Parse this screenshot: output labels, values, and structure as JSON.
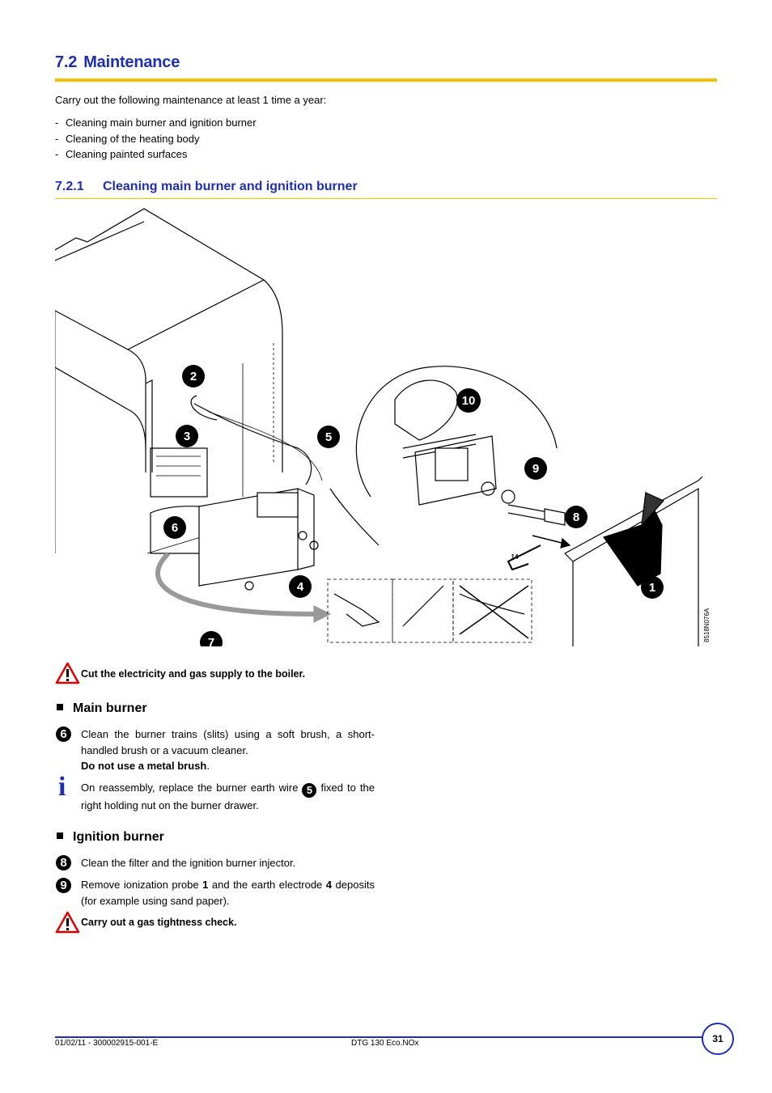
{
  "section": {
    "number": "7.2",
    "title": "Maintenance"
  },
  "intro": "Carry out the following maintenance at least 1 time a year:",
  "tasks": [
    "Cleaning main burner and ignition burner",
    "Cleaning of the heating body",
    "Cleaning painted surfaces"
  ],
  "subsection": {
    "number": "7.2.1",
    "title": "Cleaning main burner and ignition burner"
  },
  "figure": {
    "code": "8518N076A",
    "callouts": [
      "1",
      "2",
      "3",
      "4",
      "5",
      "6",
      "7",
      "8",
      "9",
      "10"
    ],
    "wrench_size": "14"
  },
  "warning1": "Cut the electricity and gas supply to the boiler.",
  "main_burner": {
    "heading": "Main burner",
    "step_num": "6",
    "step_text": "Clean the burner trains (slits) using a soft brush, a short-handled brush or a vacuum cleaner.",
    "step_bold": "Do not use a metal brush",
    "step_bold_end": ".",
    "info_pre": "On reassembly, replace the burner earth wire",
    "info_ref": "5",
    "info_post": "fixed to the right holding nut on the burner drawer."
  },
  "ignition_burner": {
    "heading": "Ignition burner",
    "step8_num": "8",
    "step8_text": "Clean the filter and the ignition burner injector.",
    "step9_num": "9",
    "step9_pre": "Remove ionization probe",
    "step9_b1": "1",
    "step9_mid": "and the earth electrode",
    "step9_b2": "4",
    "step9_post": "deposits (for example using sand paper)."
  },
  "warning2": "Carry out a gas tightness check.",
  "footer": {
    "left": "01/02/11 - 300002915-001-E",
    "center": "DTG 130 Eco.NOx",
    "page": "31"
  },
  "colors": {
    "heading": "#1f2fb5",
    "rule": "#f2c200",
    "warning": "#e00000"
  }
}
